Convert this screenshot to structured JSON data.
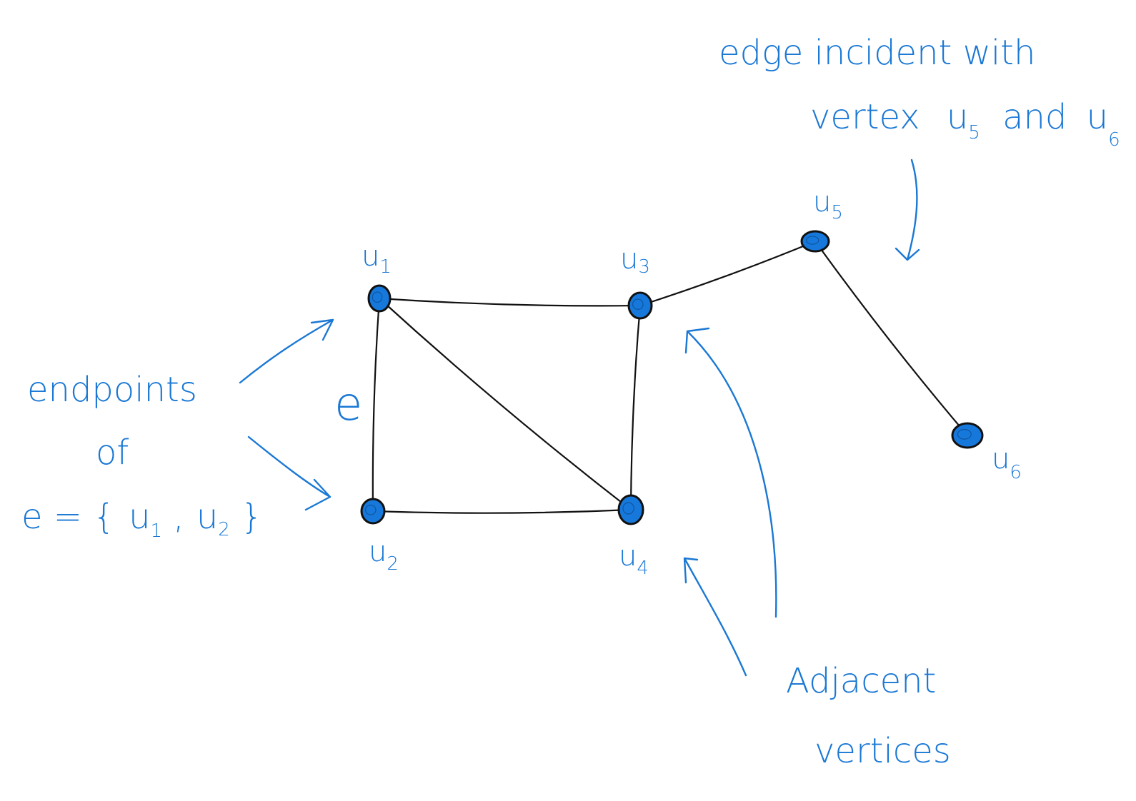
{
  "colors": {
    "ink": "#1a78d4",
    "vertex_fill": "#1778db",
    "edge": "#111111",
    "background": "#ffffff"
  },
  "vertices": [
    {
      "id": "u1",
      "base": "u",
      "sub": "1"
    },
    {
      "id": "u2",
      "base": "u",
      "sub": "2"
    },
    {
      "id": "u3",
      "base": "u",
      "sub": "3"
    },
    {
      "id": "u4",
      "base": "u",
      "sub": "4"
    },
    {
      "id": "u5",
      "base": "u",
      "sub": "5"
    },
    {
      "id": "u6",
      "base": "u",
      "sub": "6"
    }
  ],
  "edges": [
    [
      "u1",
      "u3"
    ],
    [
      "u1",
      "u2"
    ],
    [
      "u1",
      "u4"
    ],
    [
      "u3",
      "u4"
    ],
    [
      "u2",
      "u4"
    ],
    [
      "u3",
      "u5"
    ],
    [
      "u5",
      "u6"
    ]
  ],
  "edge_label": "e",
  "annotations": {
    "incident": {
      "line1": "edge incident with",
      "line2_prefix": "vertex",
      "vertex_a": {
        "base": "u",
        "sub": "5"
      },
      "conjunction": "and",
      "vertex_b": {
        "base": "u",
        "sub": "6"
      }
    },
    "endpoints": {
      "line1": "endpoints",
      "line2": "of",
      "equation_prefix": "e = {",
      "first": {
        "base": "u",
        "sub": "1"
      },
      "separator": ",",
      "second": {
        "base": "u",
        "sub": "2"
      },
      "equation_suffix": "}"
    },
    "adjacent": {
      "line1": "Adjacent",
      "line2": "vertices"
    }
  }
}
